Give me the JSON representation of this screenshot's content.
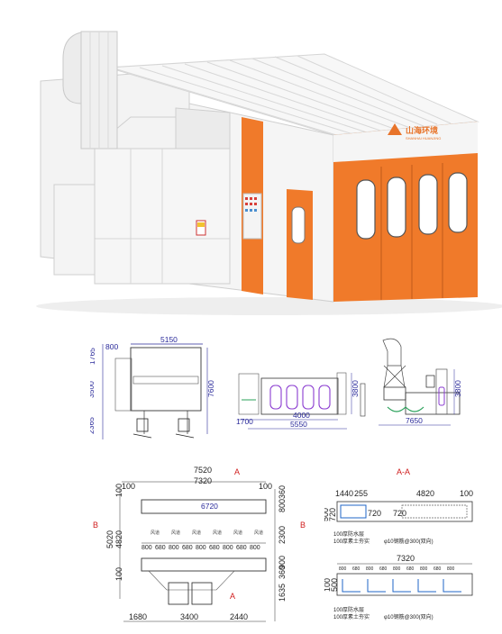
{
  "brand": {
    "name": "山海环境",
    "tagline": "SHANHAI HUANJING",
    "accent": "#f07a2a",
    "logo_color": "#e8742a"
  },
  "front_view": {
    "width": "5150",
    "top_dims": [
      "800",
      "1765"
    ],
    "mid_dim": "3500",
    "bottom_dim": "2365",
    "overall_height": "7600"
  },
  "side_view": {
    "left_dim": "1700",
    "width_inner": "4000",
    "width_total": "5550",
    "height": "3800"
  },
  "end_view": {
    "width": "7650",
    "height": "3800"
  },
  "plan_view": {
    "overall": "7520",
    "inner": "7320",
    "offset_left": "100",
    "offset_right": "100",
    "top_inner": "6720",
    "rooms": [
      "800",
      "680",
      "800",
      "680",
      "800",
      "680",
      "800",
      "680",
      "800"
    ],
    "room_labels": [
      "风道",
      "风道",
      "风道",
      "风道",
      "风道",
      "风道"
    ],
    "left_heights": [
      "5020",
      "4820",
      "100",
      "100"
    ],
    "right_heights": [
      "360",
      "800",
      "2300",
      "900",
      "360",
      "1635"
    ],
    "bottom_dims": [
      "1680",
      "3400",
      "2440"
    ],
    "section_marks": [
      "A",
      "B",
      "B",
      "A"
    ]
  },
  "section_aa": {
    "title": "A-A",
    "top": {
      "dims": [
        "1440",
        "255",
        "4820",
        "100"
      ],
      "side_dims": [
        "720",
        "500"
      ],
      "sub_dims": [
        "720",
        "720"
      ],
      "notes": [
        "100厚防水层",
        "100厚素土夯实"
      ],
      "pipe": "φ10钢筋@300(双向)"
    },
    "bottom": {
      "dim": "7320",
      "sub_dims": [
        "800",
        "680",
        "800",
        "680",
        "800",
        "680",
        "800",
        "680",
        "800"
      ],
      "left_dims": [
        "100",
        "500"
      ],
      "notes": [
        "100厚防水层",
        "100厚素土夯实"
      ],
      "pipe": "φ10钢筋@300(双向)"
    }
  }
}
